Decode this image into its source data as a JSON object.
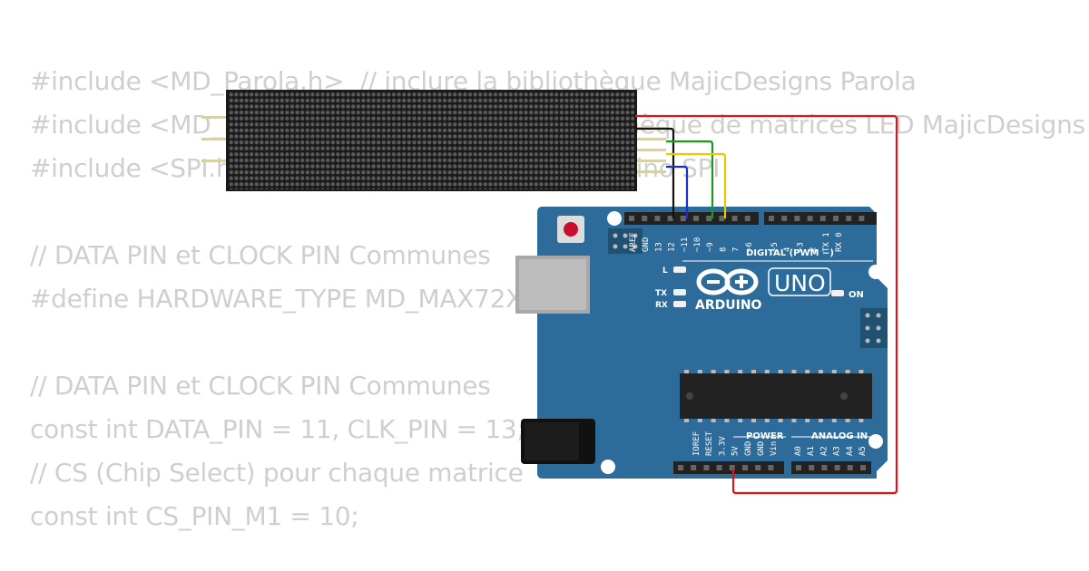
{
  "code": {
    "lines": [
      "#include <MD_Parola.h>  // inclure la bibliothèque MajicDesigns Parola",
      "#include <MD_MAX72xx.h>  // inclure la bibliothèque de matrices LED MajicDesigns",
      "#include <SPI.h>  // inclure la bibliothèque Arduino SPI",
      "",
      "// DATA PIN et CLOCK PIN Communes",
      "#define HARDWARE_TYPE MD_MAX72XX::FC16_HW",
      "",
      "// DATA PIN et CLOCK PIN Communes",
      "const int DATA_PIN = 11, CLK_PIN = 13;",
      "// CS (Chip Select) pour chaque matrice",
      "const int CS_PIN_M1 = 10;"
    ]
  },
  "board": {
    "logo_text": "ARDUINO",
    "model_text": "UNO",
    "digital_label": "DIGITAL (PWM ~)",
    "power_label": "POWER",
    "analog_label": "ANALOG IN",
    "on_label": "ON",
    "l_label": "L",
    "tx_label": "TX",
    "rx_label": "RX",
    "digital_pins": [
      "AREF",
      "GND",
      "13",
      "12",
      "~11",
      "~10",
      "~9",
      "8",
      "7",
      "~6",
      "~5",
      "4",
      "~3",
      "2",
      "TX 1",
      "RX 0"
    ],
    "power_pins": [
      "IOREF",
      "RESET",
      "3.3V",
      "5V",
      "GND",
      "GND",
      "Vin"
    ],
    "analog_pins": [
      "A0",
      "A1",
      "A2",
      "A3",
      "A4",
      "A5"
    ]
  },
  "colors": {
    "board": "#2c6b9a",
    "matrix": "#1a1a1a",
    "wire_red": "#e0141b",
    "wire_black": "#111111",
    "wire_green": "#1a9a1a",
    "wire_yellow": "#e8c800",
    "wire_blue": "#1a2fd0",
    "code_text": "#cfcfcf"
  }
}
